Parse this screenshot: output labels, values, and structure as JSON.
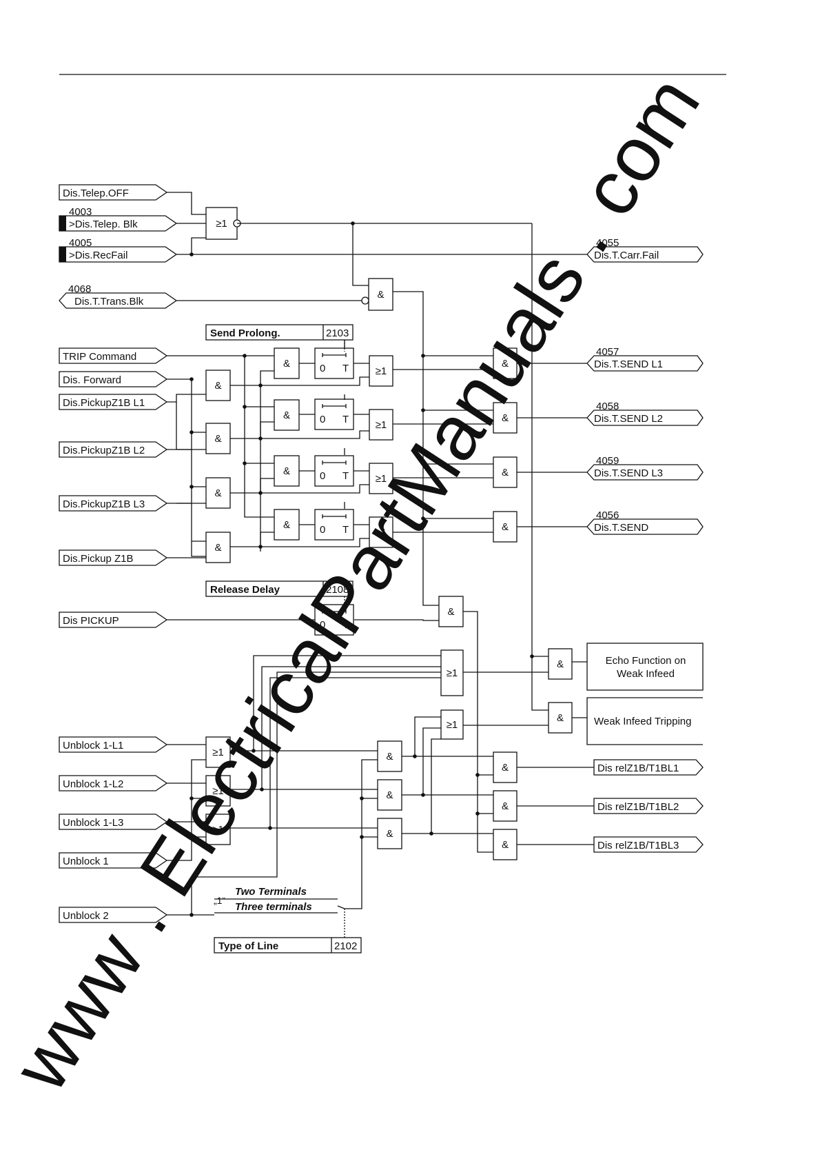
{
  "inputs": {
    "telep_off": "Dis.Telep.OFF",
    "telep_blk_no": "4003",
    "telep_blk": ">Dis.Telep. Blk",
    "recfail_no": "4005",
    "recfail": ">Dis.RecFail",
    "trans_blk_no": "4068",
    "trans_blk": "Dis.T.Trans.Blk",
    "trip_command": "TRIP Command",
    "forward": "Dis. Forward",
    "pickup_l1": "Dis.PickupZ1B L1",
    "pickup_l2": "Dis.PickupZ1B L2",
    "pickup_l3": "Dis.PickupZ1B L3",
    "pickup_z1b": "Dis.Pickup Z1B",
    "dis_pickup": "Dis PICKUP",
    "unblock_l1": "Unblock 1-L1",
    "unblock_l2": "Unblock 1-L2",
    "unblock_l3": "Unblock 1-L3",
    "unblock_1": "Unblock 1",
    "unblock_2": "Unblock 2"
  },
  "outputs": {
    "carr_fail_no": "4055",
    "carr_fail": "Dis.T.Carr.Fail",
    "send_l1_no": "4057",
    "send_l1": "Dis.T.SEND L1",
    "send_l2_no": "4058",
    "send_l2": "Dis.T.SEND L2",
    "send_l3_no": "4059",
    "send_l3": "Dis.T.SEND L3",
    "send_no": "4056",
    "send": "Dis.T.SEND",
    "echo_line1": "Echo Function on",
    "echo_line2": "Weak Infeed",
    "weak_infeed": "Weak Infeed Tripping",
    "rel_l1": "Dis relZ1B/T1BL1",
    "rel_l2": "Dis relZ1B/T1BL2",
    "rel_l3": "Dis relZ1B/T1BL3"
  },
  "params": {
    "send_prolong": "Send Prolong.",
    "send_prolong_no": "2103",
    "release_delay": "Release Delay",
    "release_delay_no": "2108",
    "type_of_line": "Type of Line",
    "type_of_line_no": "2102",
    "two_terminals": "Two Terminals",
    "three_terminals": "Three terminals",
    "default_marker": "„1“"
  },
  "symbols": {
    "and": "&",
    "or": "≥1",
    "timer_0": "0",
    "timer_t": "T"
  },
  "watermark": "www . ElectricalPartManuals . com"
}
